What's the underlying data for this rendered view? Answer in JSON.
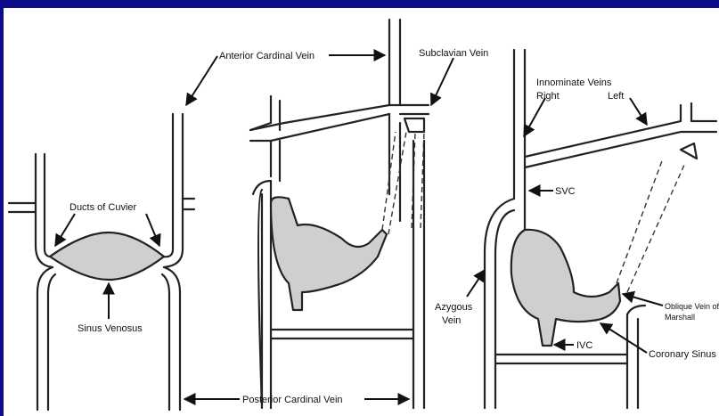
{
  "labels": {
    "anterior_cardinal_vein": "Anterior Cardinal Vein",
    "subclavian_vein": "Subclavian Vein",
    "innominate_veins": "Innominate Veins",
    "right": "Right",
    "left": "Left",
    "ducts_of_cuvier": "Ducts of Cuvier",
    "sinus_venosus": "Sinus Venosus",
    "svc": "SVC",
    "azygous": "Azygous",
    "vein": "Vein",
    "ivc": "IVC",
    "oblique_vein_line1": "Oblique Vein of",
    "oblique_vein_line2": "Marshall",
    "coronary_sinus": "Coronary Sinus",
    "posterior_cardinal_vein": "Posterior Cardinal Vein"
  },
  "colors": {
    "frame": "#0d0d8c",
    "background": "#ffffff",
    "vessel_fill": "#cfcfcf",
    "outline": "#222222"
  }
}
